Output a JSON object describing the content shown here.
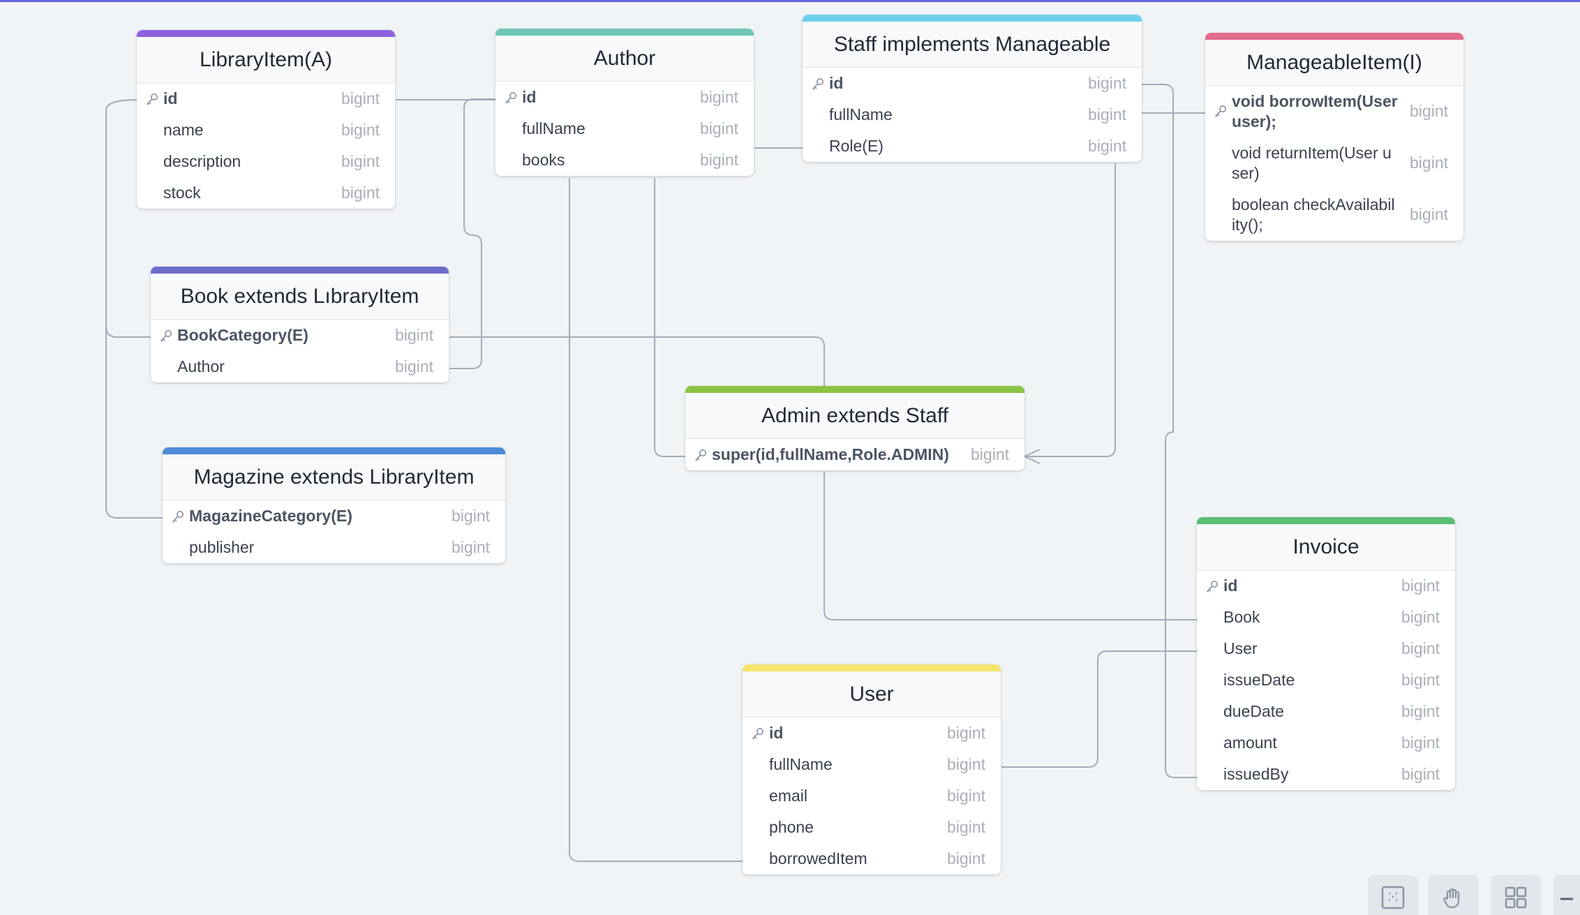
{
  "colors": {
    "library_item": "#8f62e0",
    "author": "#6fc5b8",
    "staff": "#6dd0ee",
    "manageable_item": "#e46b8c",
    "book": "#6d6ccc",
    "magazine": "#4f8bd6",
    "admin": "#8bc443",
    "invoice": "#5cbd74",
    "user": "#f4e56e",
    "connector": "#a3acbb"
  },
  "tables": {
    "library_item": {
      "title": "LibraryItem(A)",
      "columns": [
        {
          "name": "id",
          "type": "bigint",
          "pk": true
        },
        {
          "name": "name",
          "type": "bigint"
        },
        {
          "name": "description",
          "type": "bigint"
        },
        {
          "name": "stock",
          "type": "bigint"
        }
      ]
    },
    "author": {
      "title": "Author",
      "columns": [
        {
          "name": "id",
          "type": "bigint",
          "pk": true
        },
        {
          "name": "fullName",
          "type": "bigint"
        },
        {
          "name": "books",
          "type": "bigint"
        }
      ]
    },
    "staff": {
      "title": "Staff implements Manageable",
      "columns": [
        {
          "name": "id",
          "type": "bigint",
          "pk": true
        },
        {
          "name": "fullName",
          "type": "bigint"
        },
        {
          "name": "Role(E)",
          "type": "bigint"
        }
      ]
    },
    "manageable_item": {
      "title": "ManageableItem(I)",
      "columns": [
        {
          "name": "void borrowItem(User user);",
          "type": "bigint",
          "pk": true
        },
        {
          "name": "void returnItem(User user)",
          "type": "bigint"
        },
        {
          "name": "boolean checkAvailability();",
          "type": "bigint"
        }
      ]
    },
    "book": {
      "title": "Book extends LıbraryItem",
      "columns": [
        {
          "name": "BookCategory(E)",
          "type": "bigint",
          "pk": true
        },
        {
          "name": "Author",
          "type": "bigint"
        }
      ]
    },
    "magazine": {
      "title": "Magazine extends LibraryItem",
      "columns": [
        {
          "name": "MagazineCategory(E)",
          "type": "bigint",
          "pk": true
        },
        {
          "name": "publisher",
          "type": "bigint"
        }
      ]
    },
    "admin": {
      "title": "Admin extends Staff",
      "columns": [
        {
          "name": "super(id,fullName,Role.ADMIN)",
          "type": "bigint",
          "pk": true
        }
      ]
    },
    "invoice": {
      "title": "Invoice",
      "columns": [
        {
          "name": "id",
          "type": "bigint",
          "pk": true
        },
        {
          "name": "Book",
          "type": "bigint"
        },
        {
          "name": "User",
          "type": "bigint"
        },
        {
          "name": "issueDate",
          "type": "bigint"
        },
        {
          "name": "dueDate",
          "type": "bigint"
        },
        {
          "name": "amount",
          "type": "bigint"
        },
        {
          "name": "issuedBy",
          "type": "bigint"
        }
      ]
    },
    "user": {
      "title": "User",
      "columns": [
        {
          "name": "id",
          "type": "bigint",
          "pk": true
        },
        {
          "name": "fullName",
          "type": "bigint"
        },
        {
          "name": "email",
          "type": "bigint"
        },
        {
          "name": "phone",
          "type": "bigint"
        },
        {
          "name": "borrowedItem",
          "type": "bigint"
        }
      ]
    }
  },
  "toolbar": [
    "fit-view-icon",
    "hand-icon",
    "grid-layout-icon",
    "zoom-out-icon"
  ]
}
